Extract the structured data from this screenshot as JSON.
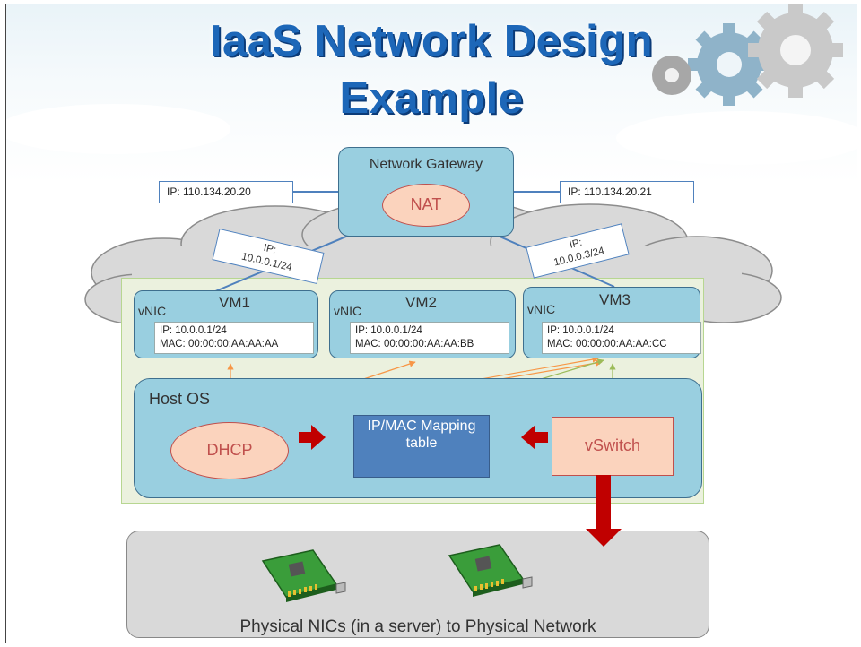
{
  "title": {
    "line1": "IaaS Network Design",
    "line2": "Example"
  },
  "gateway": {
    "label": "Network Gateway",
    "nat": "NAT"
  },
  "ip_left": "IP: 110.134.20.20",
  "ip_right": "IP: 110.134.20.21",
  "link_left": {
    "line1": "IP:",
    "line2": "10.0.0.1/24"
  },
  "link_right": {
    "line1": "IP:",
    "line2": "10.0.0.3/24"
  },
  "vms": [
    {
      "name": "VM1",
      "vnic": "vNIC",
      "ip": "IP: 10.0.0.1/24",
      "mac": "MAC: 00:00:00:AA:AA:AA"
    },
    {
      "name": "VM2",
      "vnic": "vNIC",
      "ip": "IP: 10.0.0.1/24",
      "mac": "MAC: 00:00:00:AA:AA:BB"
    },
    {
      "name": "VM3",
      "vnic": "vNIC",
      "ip": "IP: 10.0.0.1/24",
      "mac": "MAC: 00:00:00:AA:AA:CC"
    }
  ],
  "host": {
    "label": "Host OS",
    "dhcp": "DHCP",
    "mapping": "IP/MAC Mapping table",
    "vswitch": "vSwitch"
  },
  "physical": {
    "label": "Physical NICs (in a server) to Physical Network"
  },
  "colors": {
    "title": "#1d67b8",
    "box": "#99cfe0",
    "peach": "#fbd3bd",
    "red": "#c00000",
    "blue": "#4f81bd"
  },
  "icons": [
    "gear-icon",
    "network-card-icon"
  ]
}
